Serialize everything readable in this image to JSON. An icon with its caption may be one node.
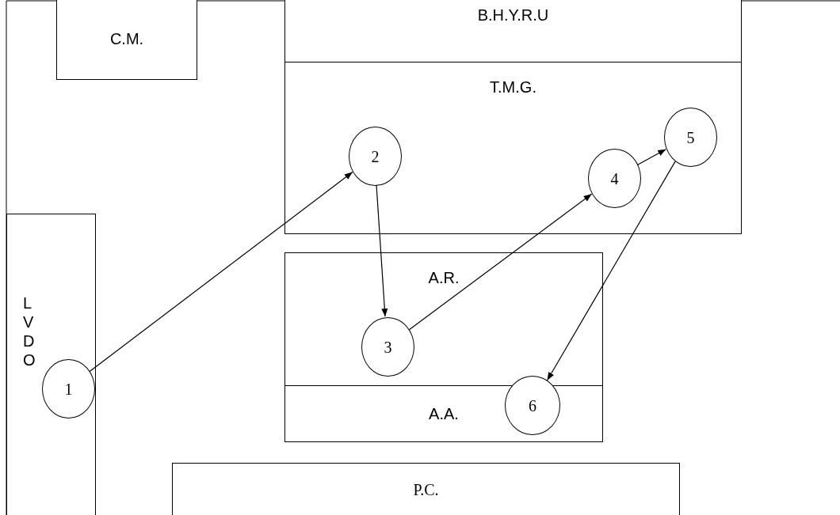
{
  "diagram": {
    "nodes": [
      {
        "text": [
          "C.M."
        ]
      },
      {
        "text": [
          "B.H.Y.R.U"
        ]
      },
      {
        "text": [
          "T.M.G."
        ]
      },
      {
        "text": [
          "2"
        ],
        "in": 2
      },
      {
        "text": [
          "4"
        ],
        "in": 2
      },
      {
        "text": [
          "5"
        ],
        "in": 2
      },
      {
        "text": [
          "L V D O"
        ]
      },
      {
        "text": [
          "A.R."
        ]
      },
      {
        "text": [
          "3"
        ],
        "in": 7
      },
      {
        "text": [
          "A.A."
        ]
      },
      {
        "text": [
          "1"
        ],
        "in": 6
      },
      {
        "text": [
          "6"
        ]
      },
      {
        "text": [
          "P.C."
        ]
      }
    ],
    "edges": [
      {
        "from": 10,
        "to": 3,
        "arrow": "to"
      },
      {
        "from": 3,
        "to": 8,
        "arrow": "to"
      },
      {
        "from": 8,
        "to": 4,
        "arrow": "to"
      },
      {
        "from": 4,
        "to": 5,
        "arrow": "to"
      },
      {
        "from": 5,
        "to": 11,
        "arrow": "to"
      }
    ]
  }
}
